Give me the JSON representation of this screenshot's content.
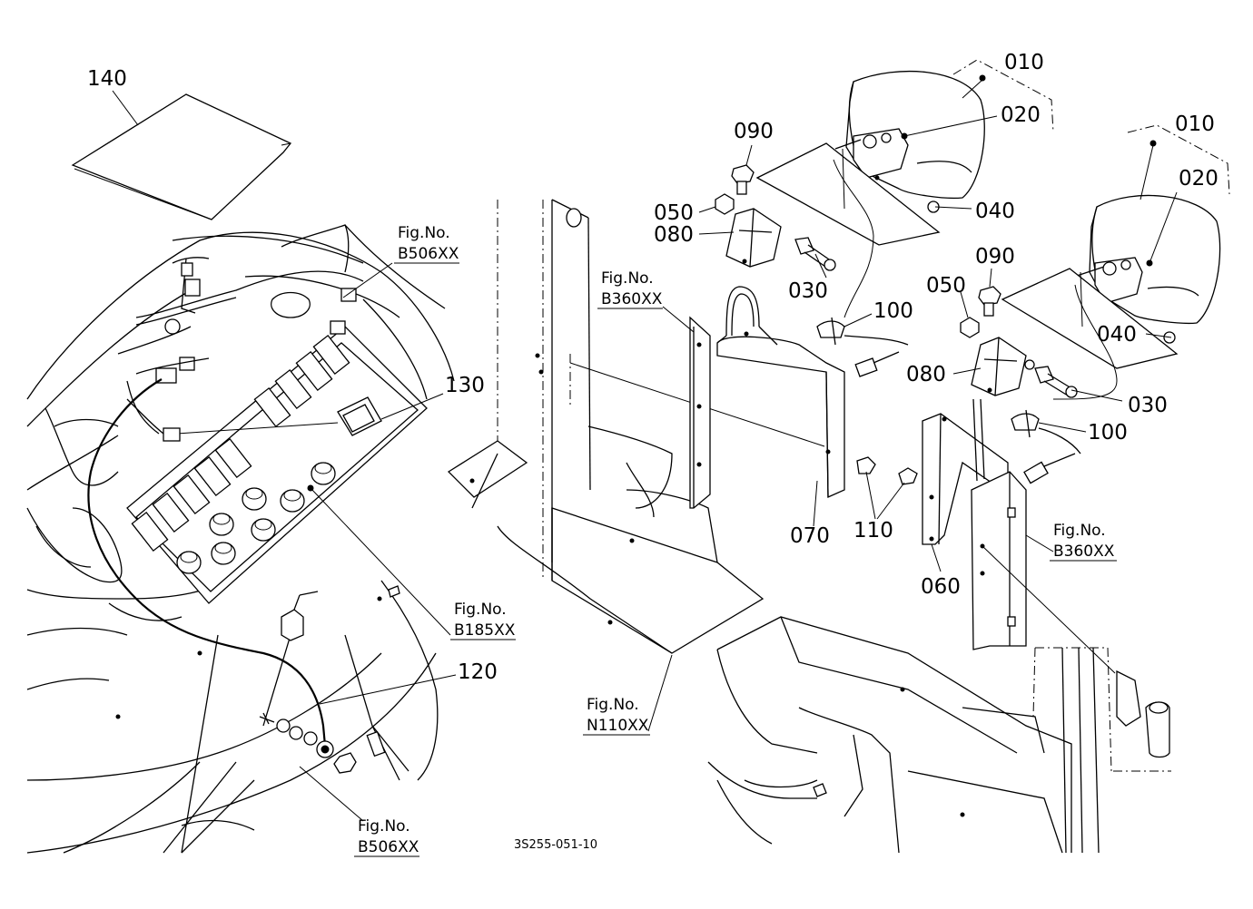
{
  "diagram": {
    "part_labels": {
      "p140": "140",
      "p130": "130",
      "p120": "120",
      "p010a": "010",
      "p020a": "020",
      "p040a": "040",
      "p090a": "090",
      "p050a": "050",
      "p080a": "080",
      "p030a": "030",
      "p100a": "100",
      "p070": "070",
      "p110": "110",
      "p010b": "010",
      "p020b": "020",
      "p090b": "090",
      "p050b": "050",
      "p040b": "040",
      "p080b": "080",
      "p030b": "030",
      "p100b": "100",
      "p060": "060"
    },
    "figure_refs": {
      "b506_top": {
        "prefix": "Fig.No.",
        "code": "B506XX"
      },
      "b360_left": {
        "prefix": "Fig.No.",
        "code": "B360XX"
      },
      "b185": {
        "prefix": "Fig.No.",
        "code": "B185XX"
      },
      "n110": {
        "prefix": "Fig.No.",
        "code": "N110XX"
      },
      "b360_right": {
        "prefix": "Fig.No.",
        "code": "B360XX"
      },
      "b506_bottom": {
        "prefix": "Fig.No.",
        "code": "B506XX"
      }
    },
    "drawing_code": "3S255-051-10"
  }
}
